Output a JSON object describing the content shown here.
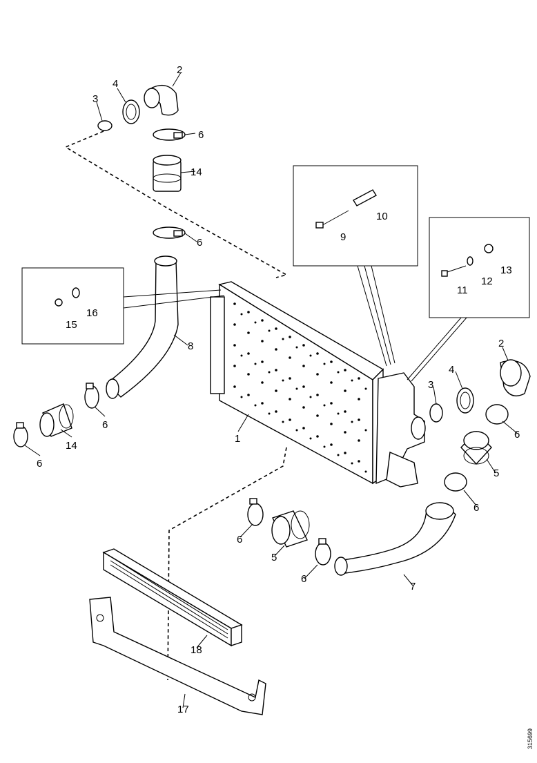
{
  "drawing_ref": "315699",
  "callouts": {
    "c1": "1",
    "c2a": "2",
    "c2b": "2",
    "c3a": "3",
    "c3b": "3",
    "c4a": "4",
    "c4b": "4",
    "c5a": "5",
    "c5b": "5",
    "c6a": "6",
    "c6b": "6",
    "c6c": "6",
    "c6d": "6",
    "c6e": "6",
    "c6f": "6",
    "c6g": "6",
    "c6h": "6",
    "c7": "7",
    "c8": "8",
    "c9": "9",
    "c10": "10",
    "c11": "11",
    "c12": "12",
    "c13": "13",
    "c14a": "14",
    "c14b": "14",
    "c15": "15",
    "c16": "16",
    "c17": "17",
    "c18": "18"
  }
}
